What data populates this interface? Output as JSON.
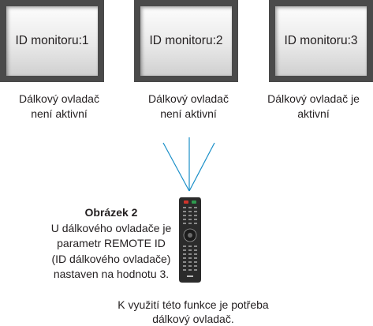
{
  "monitors": [
    {
      "label": "ID monitoru:1",
      "status": [
        "Dálkový ovladač",
        "není aktivní"
      ]
    },
    {
      "label": "ID monitoru:2",
      "status": [
        "Dálkový ovladač",
        "není aktivní"
      ]
    },
    {
      "label": "ID monitoru:3",
      "status": [
        "Dálkový ovladač je",
        "aktivní"
      ]
    }
  ],
  "caption": {
    "title": "Obrázek 2",
    "lines": [
      "U dálkového ovladače je",
      "parametr REMOTE ID",
      "(ID dálkového ovladače)",
      "nastaven na hodnotu 3."
    ]
  },
  "footer": {
    "lines": [
      "K využití této funkce je potřeba",
      "dálkový ovladač."
    ]
  },
  "colors": {
    "signal": "#1a8fc8",
    "remote_body": "#2b2b2b",
    "remote_red": "#d0342c",
    "remote_green": "#2e9b4e"
  }
}
